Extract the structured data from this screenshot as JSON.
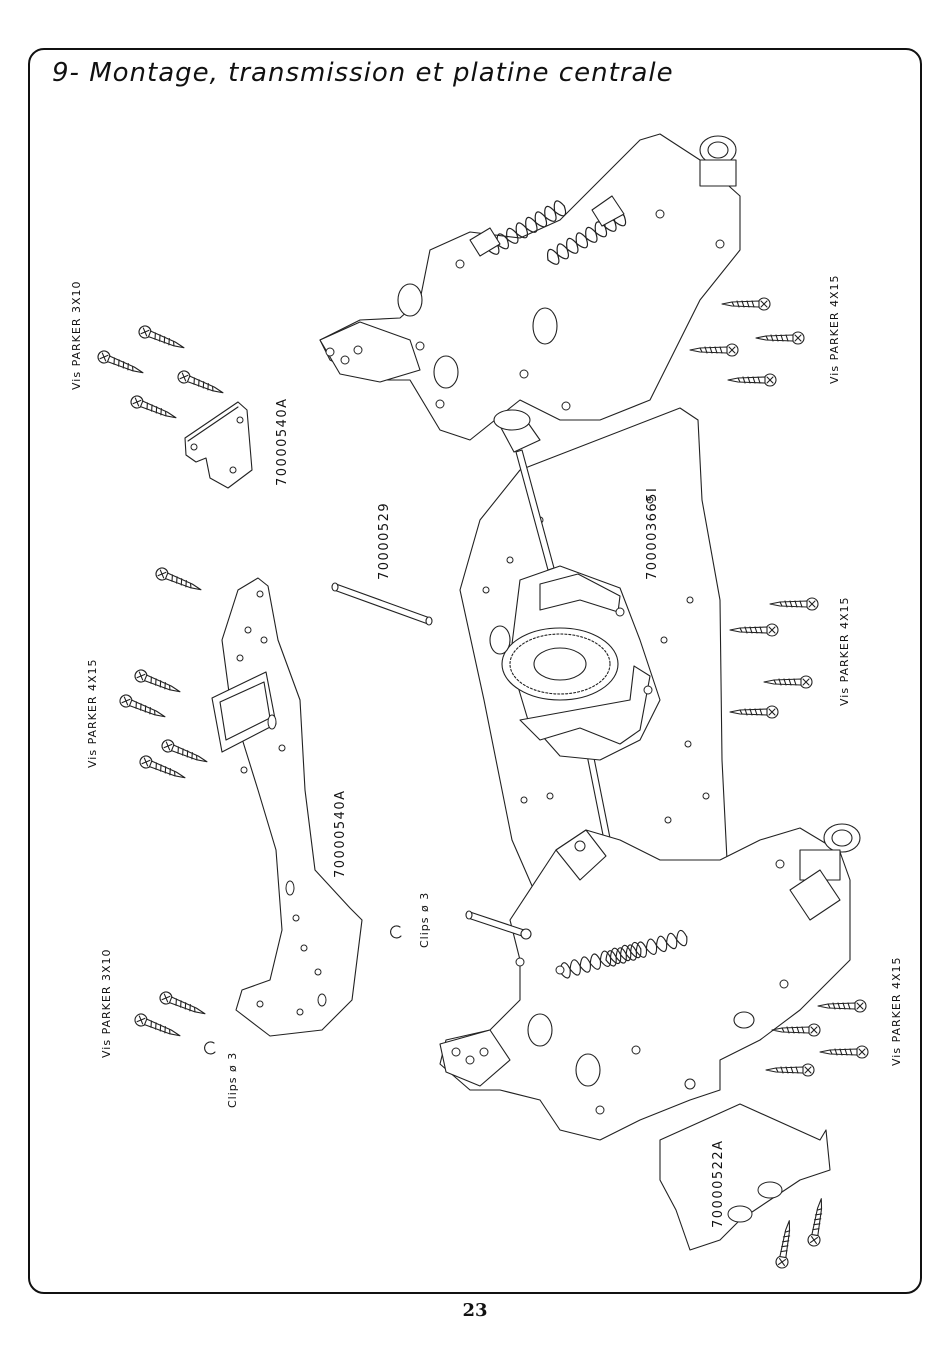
{
  "title": "9- Montage, transmission et platine centrale",
  "page_number": "23",
  "labels": {
    "vis_3x10_top": "Vis PARKER 3X10",
    "vis_4x15_left": "Vis PARKER 4X15",
    "vis_3x10_bottom": "Vis PARKER 3X10",
    "clips_left": "Clips ø 3",
    "clips_mid": "Clips ø 3",
    "vis_4x15_right_top": "Vis PARKER 4X15",
    "vis_4x15_right_mid": "Vis PARKER 4X15",
    "vis_4x15_right_bottom": "Vis PARKER 4X15"
  },
  "part_numbers": {
    "bracket_small": "70000540A",
    "plate_long": "70000540A",
    "shaft": "70000529",
    "chassis_plate": "700003665I",
    "rear_plate": "70000522A"
  }
}
